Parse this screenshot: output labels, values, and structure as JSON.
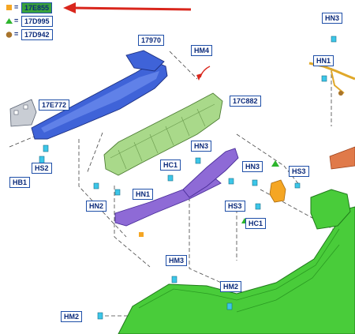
{
  "legend": [
    {
      "code": "17E855",
      "marker": "orange-square-marker",
      "color": "#f5a623",
      "symbol": "=",
      "highlight": true
    },
    {
      "code": "17D995",
      "marker": "green-triangle-marker",
      "color": "#2db52d",
      "symbol": "="
    },
    {
      "code": "17D942",
      "marker": "brown-circle-marker",
      "color": "#a8742c",
      "symbol": "="
    }
  ],
  "parts": {
    "p17970": "17970",
    "p17E772": "17E772",
    "p17C882": "17C882",
    "hm4": "HM4",
    "hs2": "HS2",
    "hb1": "HB1",
    "hn2_left": "HN2",
    "hn1_mid": "HN1",
    "hn3_mid": "HN3",
    "hc1_mid": "HC1",
    "hs3_mid": "HS3",
    "hn3_right": "HN3",
    "hs3_right": "HS3",
    "hc1_right": "HC1",
    "hn3_top": "HN3",
    "hn1_right": "HN1",
    "hm3": "HM3",
    "hm2_mid": "HM2",
    "hm2_left": "HM2"
  },
  "colors": {
    "reinforcement_beam": "#3f63d8",
    "energy_absorber": "#a9d98a",
    "bracket_purple": "#8e6ad6",
    "bumper_cover": "#49cc3a",
    "fastener": "#3cc6e8",
    "arrow_red": "#d9261c",
    "label_border": "#1f4fa8",
    "label_highlight": "#3aa33a"
  }
}
